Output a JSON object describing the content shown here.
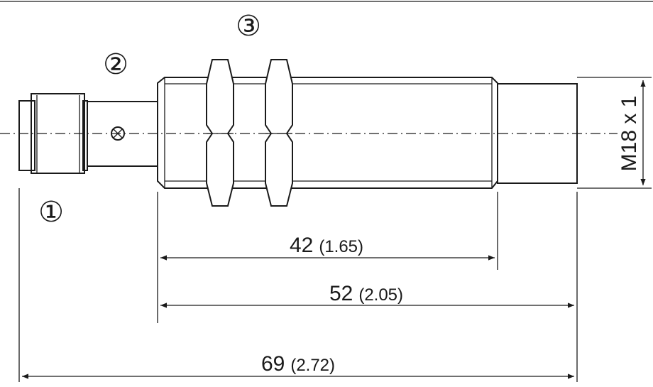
{
  "drawing": {
    "callouts": [
      "①",
      "②",
      "③"
    ],
    "thread_label": "M18 x 1",
    "dimensions": [
      {
        "value": "42",
        "inch": "(1.65)"
      },
      {
        "value": "52",
        "inch": "(2.05)"
      },
      {
        "value": "69",
        "inch": "(2.72)"
      }
    ]
  }
}
